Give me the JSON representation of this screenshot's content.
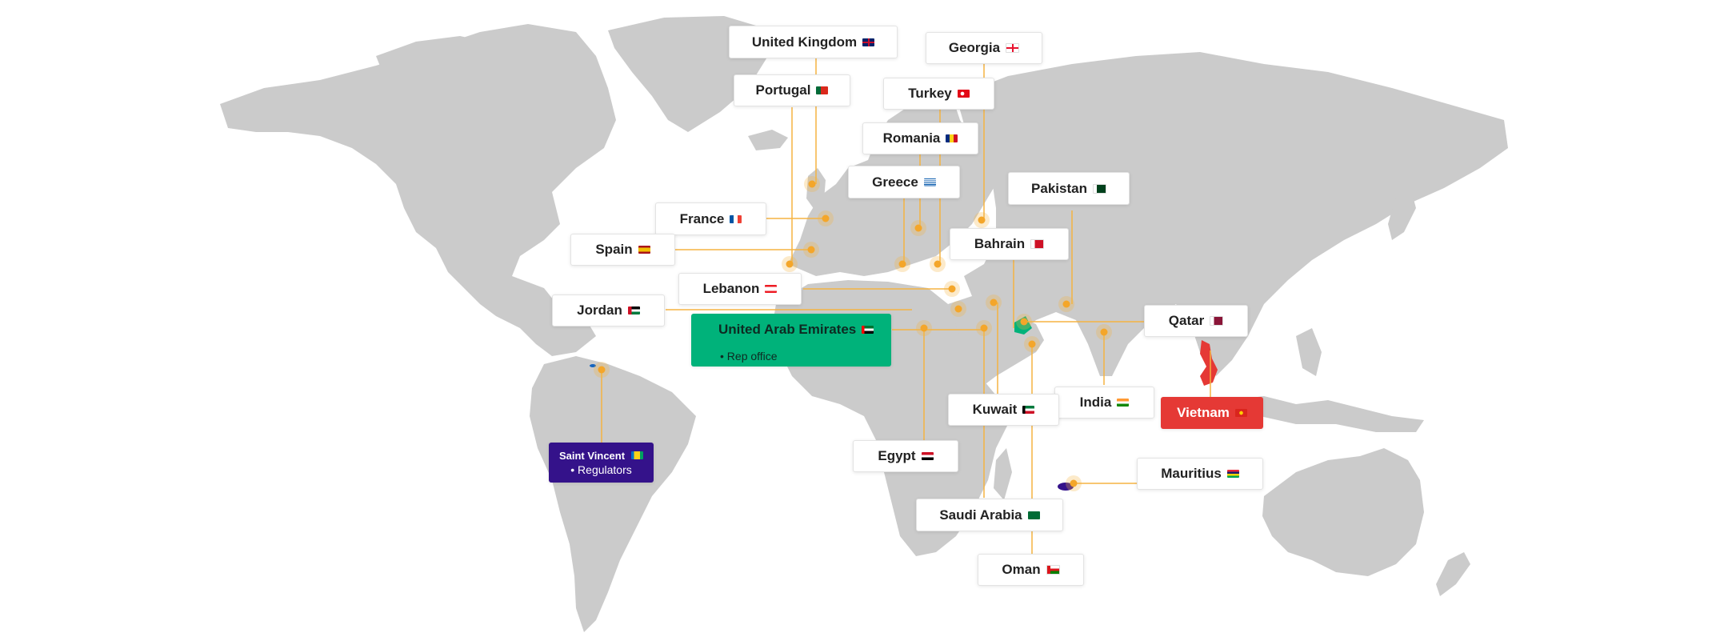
{
  "map": {
    "colors": {
      "land": "#cbcbcb",
      "connector": "#f5b342",
      "marker": "#f4a62a",
      "uae": "#00b27a",
      "vietnam": "#e53935",
      "saint_vincent": "#34128a"
    },
    "locations": [
      {
        "id": "united-kingdom",
        "label": "United Kingdom",
        "flag": "uk"
      },
      {
        "id": "georgia",
        "label": "Georgia",
        "flag": "georgia"
      },
      {
        "id": "portugal",
        "label": "Portugal",
        "flag": "portugal"
      },
      {
        "id": "turkey",
        "label": "Turkey",
        "flag": "turkey"
      },
      {
        "id": "romania",
        "label": "Romania",
        "flag": "romania"
      },
      {
        "id": "greece",
        "label": "Greece",
        "flag": "greece"
      },
      {
        "id": "pakistan",
        "label": "Pakistan",
        "flag": "pakistan"
      },
      {
        "id": "france",
        "label": "France",
        "flag": "france"
      },
      {
        "id": "spain",
        "label": "Spain",
        "flag": "spain"
      },
      {
        "id": "bahrain",
        "label": "Bahrain",
        "flag": "bahrain"
      },
      {
        "id": "lebanon",
        "label": "Lebanon",
        "flag": "lebanon"
      },
      {
        "id": "jordan",
        "label": "Jordan",
        "flag": "jordan"
      },
      {
        "id": "qatar",
        "label": "Qatar",
        "flag": "qatar"
      },
      {
        "id": "uae",
        "label": "United Arab Emirates",
        "flag": "uae",
        "note": "• Rep office"
      },
      {
        "id": "india",
        "label": "India",
        "flag": "india"
      },
      {
        "id": "vietnam",
        "label": "Vietnam",
        "flag": "vietnam"
      },
      {
        "id": "kuwait",
        "label": "Kuwait",
        "flag": "kuwait"
      },
      {
        "id": "egypt",
        "label": "Egypt",
        "flag": "egypt"
      },
      {
        "id": "mauritius",
        "label": "Mauritius",
        "flag": "mauritius"
      },
      {
        "id": "saudi-arabia",
        "label": "Saudi Arabia",
        "flag": "saudi"
      },
      {
        "id": "oman",
        "label": "Oman",
        "flag": "oman"
      },
      {
        "id": "saint-vincent",
        "label": "Saint Vincent",
        "flag": "svg",
        "note": "• Regulators"
      }
    ]
  }
}
